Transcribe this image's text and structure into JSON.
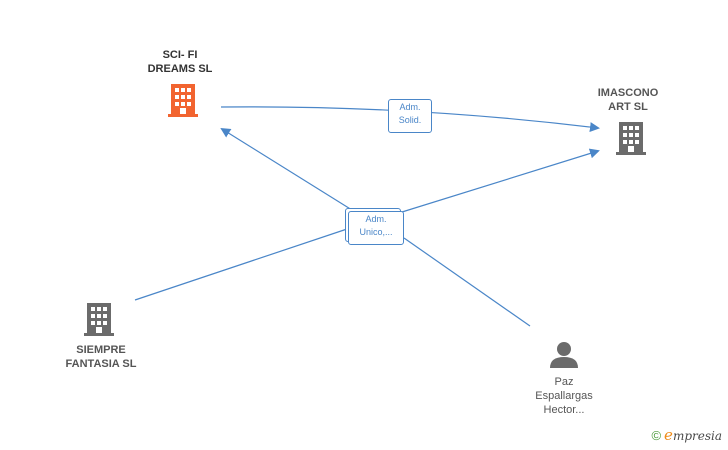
{
  "nodes": {
    "scifi": {
      "line1": "SCI- FI",
      "line2": "DREAMS SL",
      "color": "#f26430"
    },
    "imascono": {
      "line1": "IMASCONO",
      "line2": "ART SL",
      "color": "#6b6b6b"
    },
    "siempre": {
      "line1": "SIEMPRE",
      "line2": "FANTASIA SL",
      "color": "#6b6b6b"
    },
    "paz": {
      "line1": "Paz",
      "line2": "Espallargas",
      "line3": "Hector...",
      "color": "#6b6b6b"
    }
  },
  "edges": {
    "solid": {
      "line1": "Adm.",
      "line2": "Solid."
    },
    "unico": {
      "line1": "Adm.",
      "line2": "Unico,..."
    }
  },
  "colors": {
    "edge": "#4a86c8",
    "building": "#6b6b6b",
    "highlight_building": "#f26430"
  },
  "footer": {
    "copyright": "©",
    "brand_first": "e",
    "brand_rest": "mpresia"
  }
}
